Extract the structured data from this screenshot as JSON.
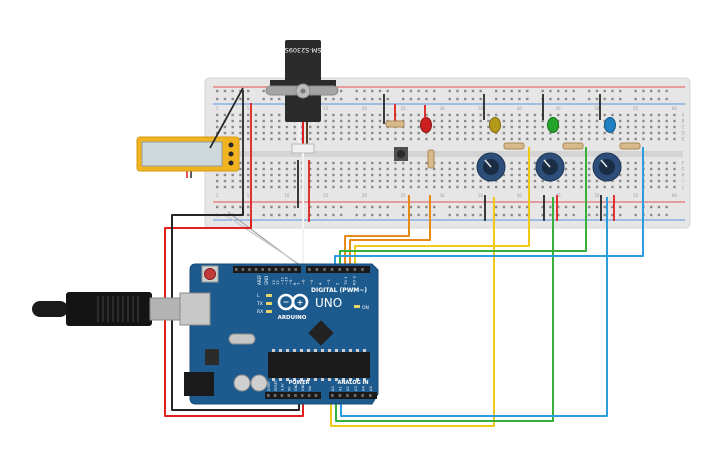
{
  "servo": {
    "label": "SM-S2309S"
  },
  "arduino": {
    "brand": "ARDUINO",
    "model": "UNO",
    "digital_label": "DIGITAL (PWM~)",
    "power_label": "POWER",
    "analog_label": "ANALOG IN",
    "led_labels": [
      "L",
      "TX",
      "RX"
    ],
    "on_label": "ON",
    "aref_label": "AREF",
    "gnd_label": "GND",
    "digital_pin_labels": [
      "13",
      "12",
      "~11",
      "~10",
      "~9",
      "8",
      "7",
      "~6",
      "~5",
      "4",
      "~3",
      "2",
      "TX 1",
      "RX 0"
    ],
    "power_pin_labels": [
      "IOREF",
      "RESET",
      "3.3V",
      "5V",
      "GND",
      "GND",
      "Vin"
    ],
    "analog_pin_labels": [
      "A0",
      "A1",
      "A2",
      "A3",
      "A4",
      "A5"
    ]
  },
  "breadboard": {
    "column_numbers": [
      "1",
      "5",
      "10",
      "15",
      "20",
      "25",
      "30",
      "35",
      "40",
      "45",
      "50",
      "55",
      "60"
    ],
    "row_letters_top": [
      "A",
      "B",
      "C",
      "D",
      "E"
    ],
    "row_letters_bottom": [
      "F",
      "G",
      "H",
      "I",
      "J"
    ]
  },
  "leds": [
    {
      "color": "red",
      "hex": "#cc1f1f"
    },
    {
      "color": "yellow",
      "hex": "#b59a1a"
    },
    {
      "color": "green",
      "hex": "#22a52a"
    },
    {
      "color": "blue",
      "hex": "#1f7fc0"
    }
  ],
  "wire_colors": {
    "red": "#e0201f",
    "black": "#262626",
    "orange": "#e88a1a",
    "yellow": "#f0c81a",
    "green": "#35b03a",
    "blue": "#2a9de0",
    "white": "#f3f3f3",
    "gray": "#9a9a9a"
  },
  "palette": {
    "board_blue": "#1d5a8e",
    "breadboard": "#e6e6e6",
    "lcd_frame": "#f2b320",
    "lcd_screen": "#cfd9dc"
  }
}
